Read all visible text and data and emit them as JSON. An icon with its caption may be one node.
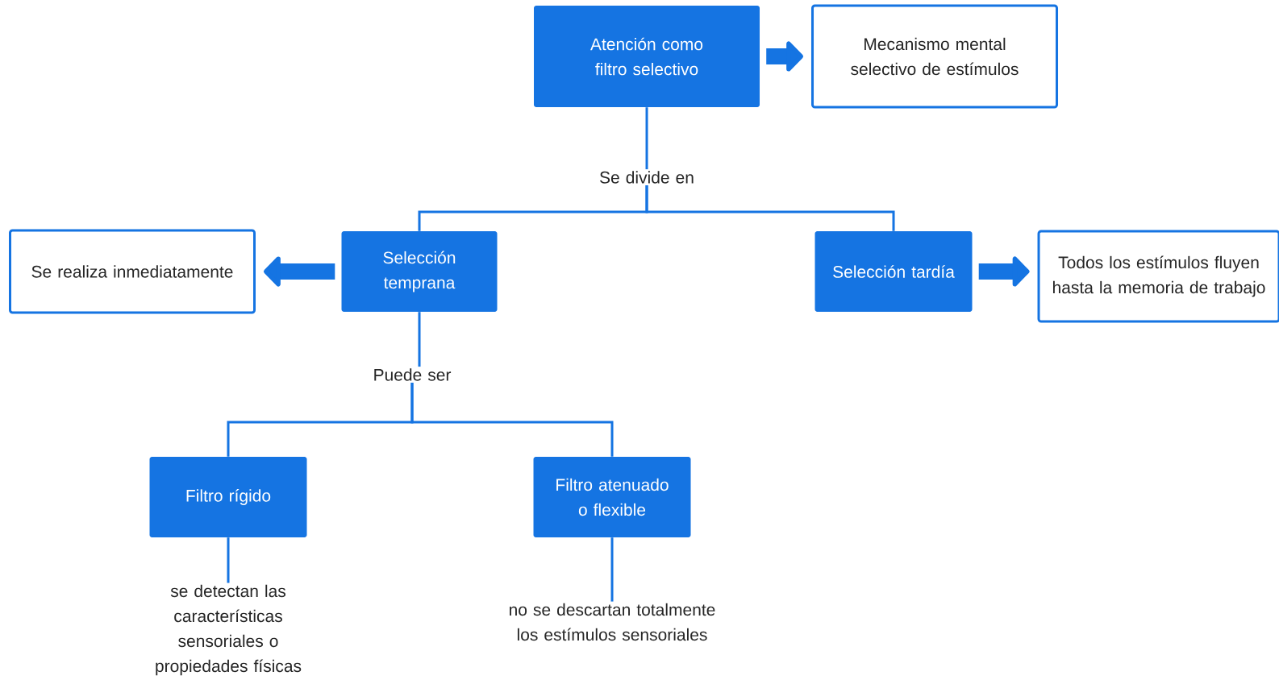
{
  "diagram": {
    "nodes": [
      {
        "text": [
          "Atención como filtro selectivo"
        ]
      },
      {
        "text": [
          "Mecanismo mental selectivo de estímulos"
        ]
      },
      {
        "text": [
          "Se divide en"
        ]
      },
      {
        "text": [
          "Selección temprana"
        ]
      },
      {
        "text": [
          "Selección tardía"
        ]
      },
      {
        "text": [
          "Se realiza inmediatamente"
        ]
      },
      {
        "text": [
          "Todos los estímulos fluyen hasta la memoria de trabajo"
        ]
      },
      {
        "text": [
          "Puede ser"
        ]
      },
      {
        "text": [
          "Filtro rígido"
        ]
      },
      {
        "text": [
          "Filtro atenuado o flexible"
        ]
      },
      {
        "text": [
          "se detectan las características sensoriales o propiedades físicas"
        ]
      },
      {
        "text": [
          "no se descartan totalmente los estímulos sensoriales"
        ]
      }
    ],
    "edges": [
      {
        "from": 0,
        "to": 1,
        "arrow": "to",
        "style": "thick"
      },
      {
        "from": 0,
        "to": 2,
        "arrow": "none"
      },
      {
        "from": 2,
        "to": 3,
        "arrow": "none"
      },
      {
        "from": 2,
        "to": 4,
        "arrow": "none"
      },
      {
        "from": 3,
        "to": 5,
        "arrow": "to",
        "style": "thick"
      },
      {
        "from": 4,
        "to": 6,
        "arrow": "to",
        "style": "thick"
      },
      {
        "from": 3,
        "to": 7,
        "arrow": "none"
      },
      {
        "from": 7,
        "to": 8,
        "arrow": "none"
      },
      {
        "from": 7,
        "to": 9,
        "arrow": "none"
      },
      {
        "from": 8,
        "to": 10,
        "arrow": "none"
      },
      {
        "from": 9,
        "to": 11,
        "arrow": "none"
      }
    ]
  }
}
